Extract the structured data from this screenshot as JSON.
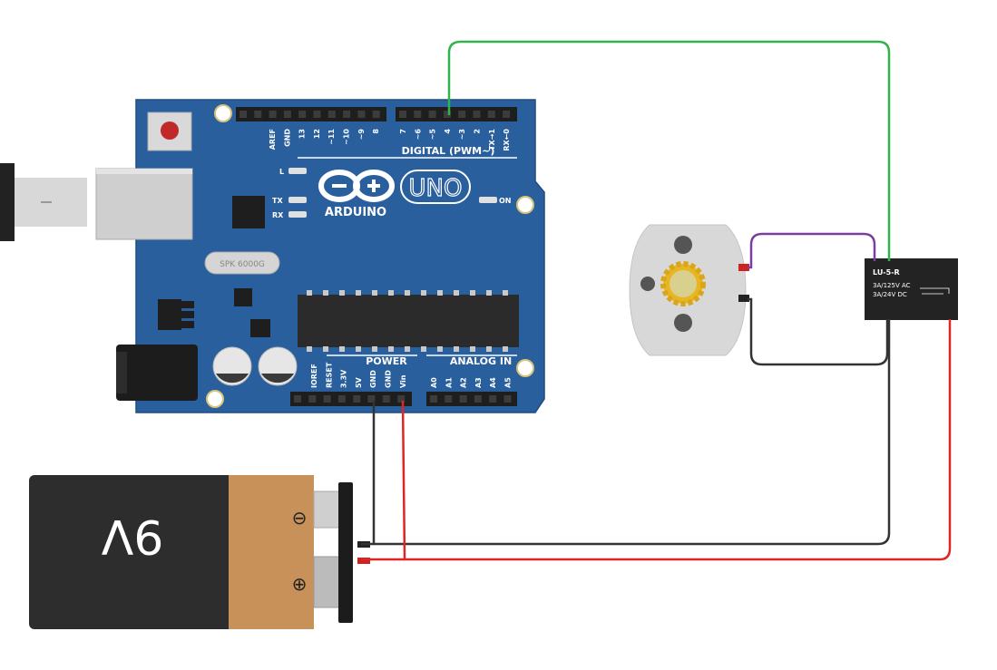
{
  "board": {
    "logo_text": "ARDUINO",
    "model": "UNO",
    "on_label": "ON",
    "l_label": "L",
    "tx_label": "TX",
    "rx_label": "RX",
    "digital_title": "DIGITAL (PWM~)",
    "crystal_label": "SPK 6000G",
    "power_title": "POWER",
    "analog_title": "ANALOG IN",
    "top_pins": [
      "AREF",
      "GND",
      "13",
      "12",
      "~11",
      "~10",
      "~9",
      "8",
      "7",
      "~6",
      "~5",
      "4",
      "~3",
      "2",
      "TX→1",
      "RX←0"
    ],
    "power_pins": [
      "IOREF",
      "RESET",
      "3.3V",
      "5V",
      "GND",
      "GND",
      "Vin"
    ],
    "analog_pins": [
      "A0",
      "A1",
      "A2",
      "A3",
      "A4",
      "A5"
    ]
  },
  "relay": {
    "title": "LU-5-R",
    "line1": "3A/125V AC",
    "line2": "3A/24V DC"
  },
  "battery": {
    "voltage_label": "9V",
    "minus_symbol": "⊖",
    "plus_symbol": "⊕"
  },
  "colors": {
    "board": "#2a5f9e",
    "wire_signal": "#2fb34a",
    "wire_motor": "#7a3ea3",
    "wire_ground": "#333333",
    "wire_power": "#e02525",
    "battery_body": "#2d2d2d",
    "battery_label": "#c8915a"
  }
}
